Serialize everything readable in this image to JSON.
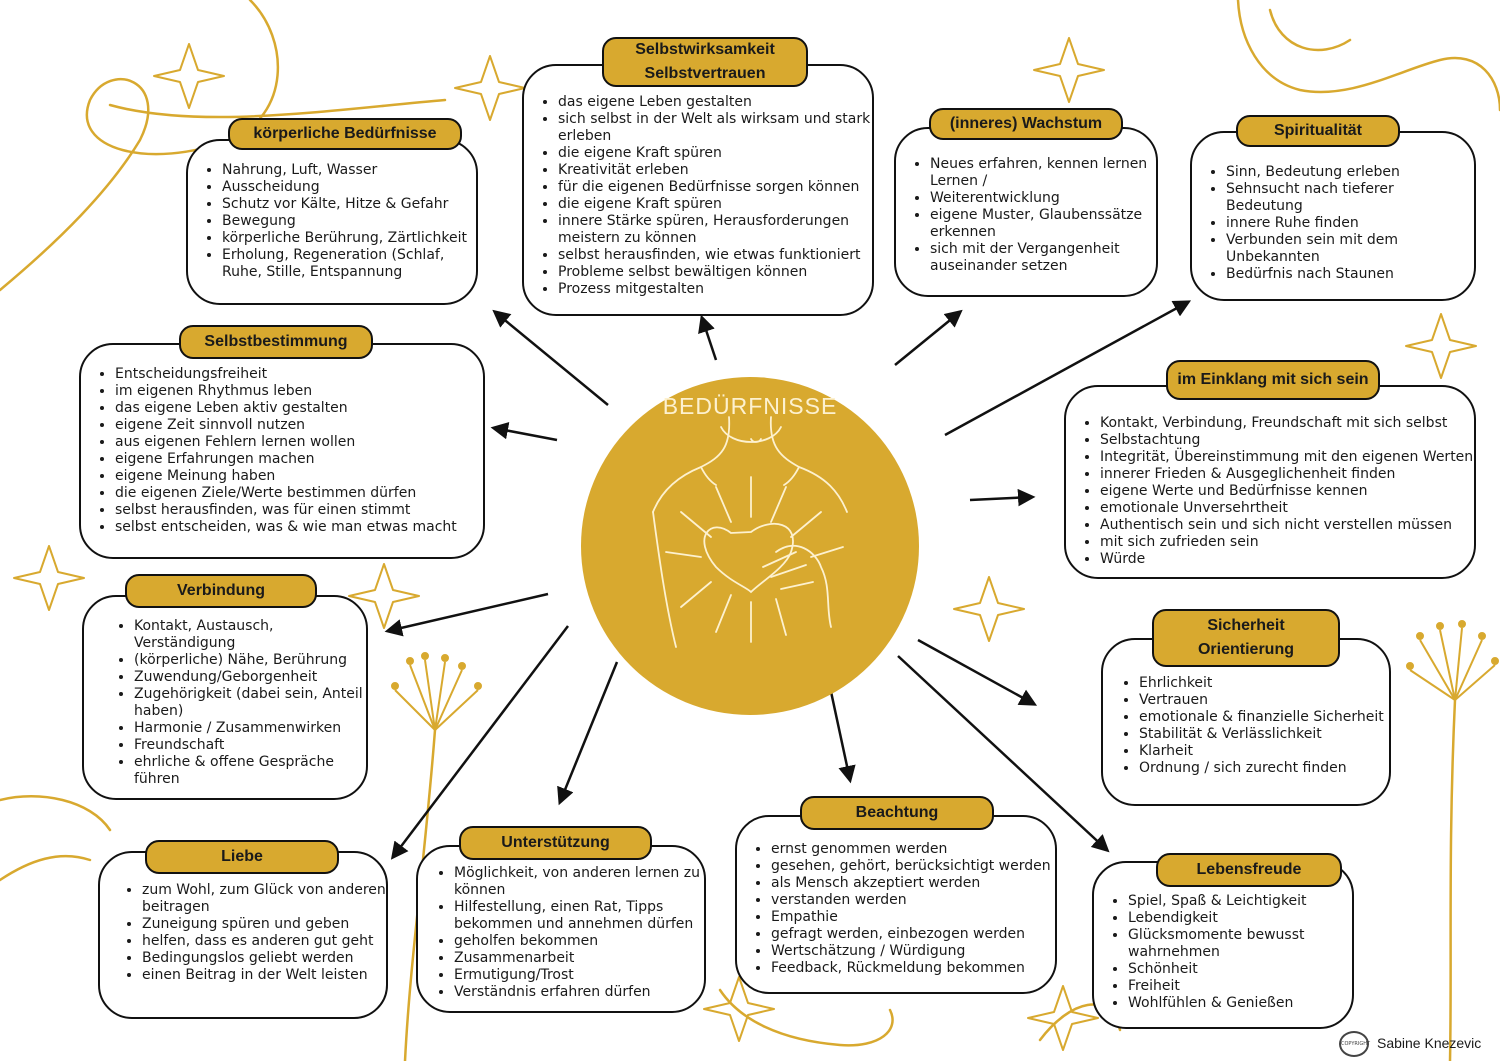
{
  "center": {
    "title": "BEDÜRFNISSE"
  },
  "author": "Sabine Knezevic",
  "stamp": "COPYRIGHT",
  "colors": {
    "accent": "#d8a92f",
    "outline": "#111111",
    "center_text": "#fdf1cf"
  },
  "boxes": {
    "koerper": {
      "title": [
        "körperliche Bedürfnisse"
      ],
      "items": [
        "Nahrung, Luft, Wasser",
        "Ausscheidung",
        "Schutz vor Kälte, Hitze & Gefahr",
        "Bewegung",
        "körperliche Berührung, Zärtlichkeit",
        "Erholung, Regeneration (Schlaf, Ruhe, Stille, Entspannung"
      ]
    },
    "selbstwirksamkeit": {
      "title": [
        "Selbstwirksamkeit",
        "Selbstvertrauen"
      ],
      "items": [
        "das eigene Leben gestalten",
        "sich selbst in der Welt als wirksam und stark erleben",
        "die eigene Kraft spüren",
        "Kreativität erleben",
        "für die eigenen Bedürfnisse sorgen können",
        "die eigene Kraft spüren",
        "innere Stärke spüren, Herausforderungen meistern zu können",
        "selbst herausfinden, wie etwas funktioniert",
        "Probleme selbst bewältigen können",
        "Prozess mitgestalten"
      ]
    },
    "wachstum": {
      "title": [
        "(inneres) Wachstum"
      ],
      "items": [
        "Neues erfahren, kennen lernen Lernen /",
        "Weiterentwicklung",
        "eigene Muster, Glaubenssätze erkennen",
        "sich mit der Vergangenheit auseinander setzen"
      ]
    },
    "spiritualitaet": {
      "title": [
        "Spiritualität"
      ],
      "items": [
        "Sinn, Bedeutung erleben",
        "Sehnsucht nach tieferer Bedeutung",
        "innere Ruhe finden",
        "Verbunden sein mit dem Unbekannten",
        "Bedürfnis nach Staunen"
      ]
    },
    "selbstbestimmung": {
      "title": [
        "Selbstbestimmung"
      ],
      "items": [
        "Entscheidungsfreiheit",
        "im eigenen Rhythmus leben",
        "das eigene Leben aktiv gestalten",
        "eigene Zeit sinnvoll nutzen",
        "aus eigenen Fehlern lernen wollen",
        "eigene Erfahrungen machen",
        "eigene Meinung haben",
        "die eigenen Ziele/Werte bestimmen dürfen",
        "selbst herausfinden, was für einen stimmt",
        "selbst entscheiden, was & wie man etwas macht"
      ]
    },
    "einklang": {
      "title": [
        "im Einklang mit sich sein"
      ],
      "items": [
        "Kontakt, Verbindung, Freundschaft mit sich selbst",
        "Selbstachtung",
        "Integrität, Übereinstimmung mit den eigenen Werten",
        "innerer Frieden & Ausgeglichenheit finden",
        "eigene Werte und Bedürfnisse kennen",
        "emotionale Unversehrtheit",
        "Authentisch sein und sich nicht verstellen müssen",
        "mit sich zufrieden sein",
        "Würde"
      ]
    },
    "verbindung": {
      "title": [
        "Verbindung"
      ],
      "items": [
        "Kontakt, Austausch, Verständigung",
        "(körperliche) Nähe, Berührung",
        "Zuwendung/Geborgenheit",
        "Zugehörigkeit (dabei sein, Anteil haben)",
        "Harmonie / Zusammenwirken",
        "Freundschaft",
        "ehrliche & offene Gespräche führen"
      ]
    },
    "sicherheit": {
      "title": [
        "Sicherheit",
        "Orientierung"
      ],
      "items": [
        "Ehrlichkeit",
        "Vertrauen",
        "emotionale & finanzielle Sicherheit",
        "Stabilität & Verlässlichkeit",
        "Klarheit",
        "Ordnung / sich zurecht finden"
      ]
    },
    "liebe": {
      "title": [
        "Liebe"
      ],
      "items": [
        "zum Wohl, zum Glück von anderen beitragen",
        "Zuneigung spüren und geben",
        "helfen, dass es anderen gut geht",
        "Bedingungslos geliebt werden",
        "einen Beitrag in der Welt leisten"
      ]
    },
    "unterstuetzung": {
      "title": [
        "Unterstützung"
      ],
      "items": [
        "Möglichkeit, von anderen lernen zu können",
        "Hilfestellung, einen Rat, Tipps bekommen und annehmen dürfen",
        "geholfen bekommen",
        "Zusammenarbeit",
        "Ermutigung/Trost",
        "Verständnis erfahren dürfen"
      ]
    },
    "beachtung": {
      "title": [
        "Beachtung"
      ],
      "items": [
        "ernst genommen werden",
        "gesehen, gehört, berücksichtigt werden",
        "als Mensch akzeptiert werden",
        "verstanden werden",
        "Empathie",
        "gefragt werden, einbezogen werden",
        "Wertschätzung / Würdigung",
        "Feedback, Rückmeldung bekommen"
      ]
    },
    "lebensfreude": {
      "title": [
        "Lebensfreude"
      ],
      "items": [
        "Spiel, Spaß & Leichtigkeit",
        "Lebendigkeit",
        "Glücksmomente bewusst wahrnehmen",
        "Schönheit",
        "Freiheit",
        "Wohlfühlen & Genießen"
      ]
    }
  }
}
